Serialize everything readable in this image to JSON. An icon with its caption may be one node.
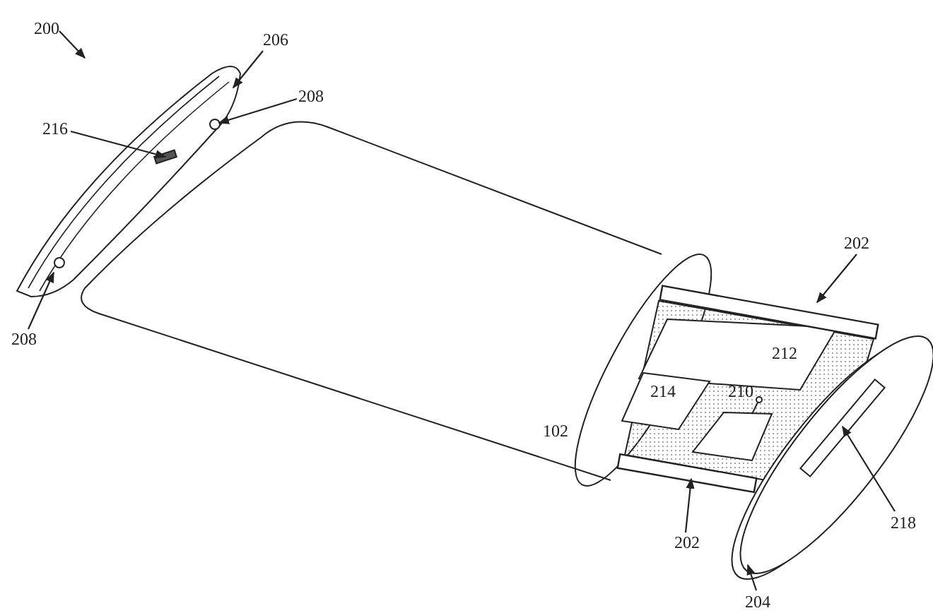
{
  "diagram": {
    "nodes": [
      {
        "text": [
          "200"
        ]
      },
      {
        "text": [
          "206"
        ]
      },
      {
        "text": [
          "208"
        ]
      },
      {
        "text": [
          "216"
        ]
      },
      {
        "text": [
          "208"
        ]
      },
      {
        "text": [
          "202"
        ]
      },
      {
        "text": [
          "202"
        ]
      },
      {
        "text": [
          "218"
        ]
      },
      {
        "text": [
          "204"
        ]
      },
      {
        "text": [],
        "shape": "picture"
      },
      {
        "text": [],
        "shape": "circle",
        "in": 9
      },
      {
        "text": [],
        "shape": "box",
        "in": 9
      },
      {
        "text": [],
        "shape": "circle",
        "in": 9
      },
      {
        "text": [],
        "shape": "bar"
      },
      {
        "text": [],
        "shape": "bar"
      },
      {
        "text": [],
        "shape": "picture"
      },
      {
        "text": [],
        "shape": "box",
        "in": 15
      }
    ],
    "edges": [
      {
        "from": 0,
        "to": null,
        "arrow": "to"
      },
      {
        "from": 1,
        "to": 9,
        "arrow": "to"
      },
      {
        "from": 2,
        "to": 10,
        "arrow": "to"
      },
      {
        "from": 3,
        "to": 11,
        "arrow": "to"
      },
      {
        "from": 4,
        "to": 12,
        "arrow": "to"
      },
      {
        "from": 5,
        "to": 13,
        "arrow": "to"
      },
      {
        "from": 6,
        "to": 14,
        "arrow": "to"
      },
      {
        "from": 7,
        "to": 16,
        "arrow": "to"
      },
      {
        "from": 8,
        "to": 15,
        "arrow": "to"
      }
    ],
    "labels": [
      "102",
      "212",
      "214",
      "210"
    ]
  }
}
